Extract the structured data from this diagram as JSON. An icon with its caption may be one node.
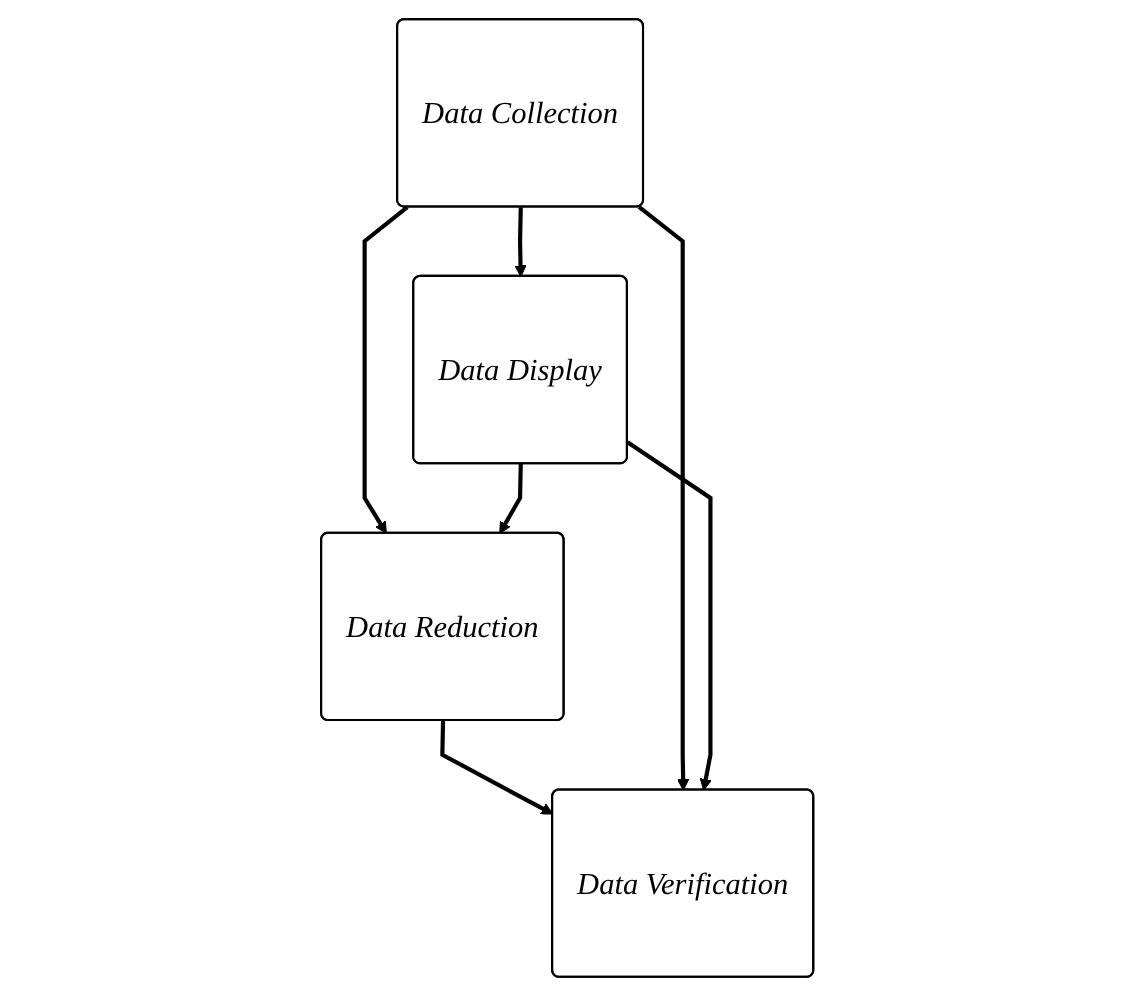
{
  "diagram": {
    "nodes": [
      {
        "text": [
          "Data Collection"
        ]
      },
      {
        "text": [
          "Data Display"
        ]
      },
      {
        "text": [
          "Data Reduction"
        ]
      },
      {
        "text": [
          "Data Verification"
        ]
      }
    ],
    "edges": [
      {
        "from": 0,
        "to": 1,
        "arrow": "to"
      },
      {
        "from": 0,
        "to": 2,
        "arrow": "to"
      },
      {
        "from": 1,
        "to": 2,
        "arrow": "to"
      },
      {
        "from": 2,
        "to": 3,
        "arrow": "to"
      },
      {
        "from": 0,
        "to": 3,
        "arrow": "to"
      },
      {
        "from": 1,
        "to": 3,
        "arrow": "to"
      }
    ]
  }
}
